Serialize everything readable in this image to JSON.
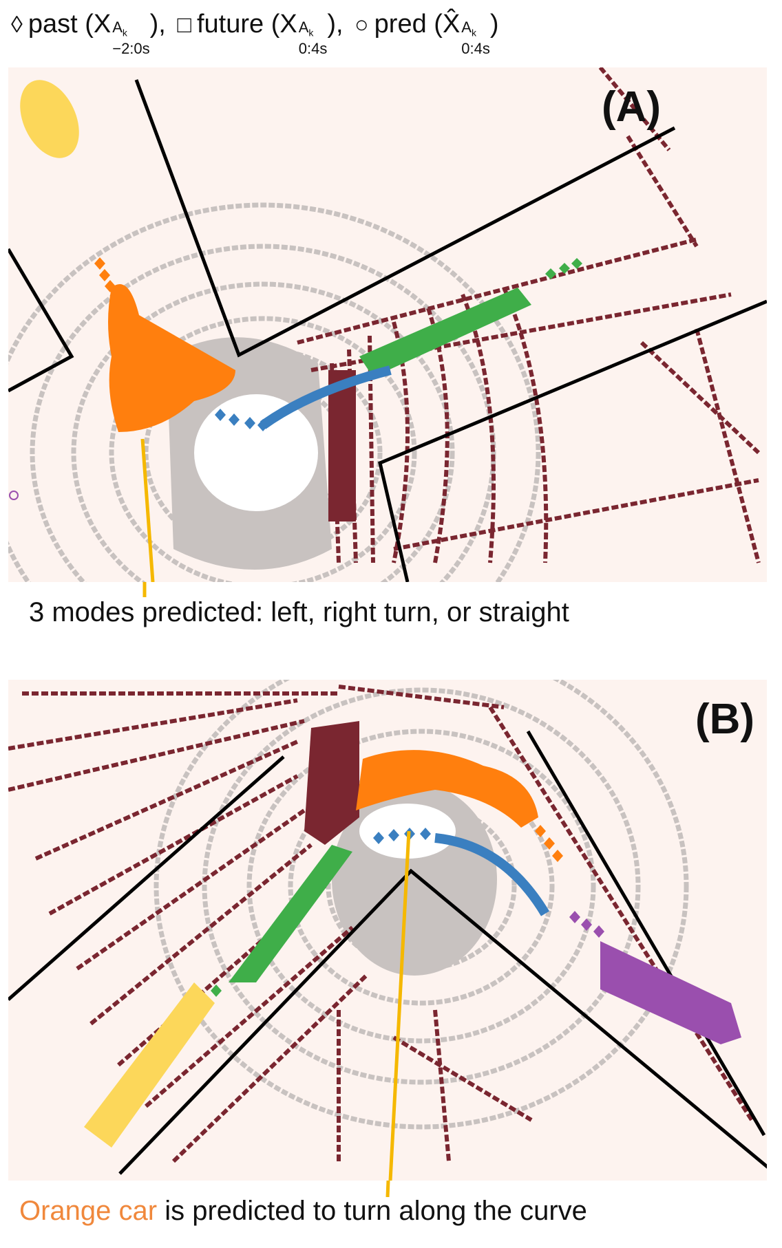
{
  "legend": {
    "past": {
      "marker": "◊",
      "word": "past",
      "symbol": "X",
      "sup": "A",
      "sup_sub": "k",
      "sub": "−2:0s",
      "separator": "),"
    },
    "future": {
      "marker": "□",
      "word": "future",
      "symbol": "X",
      "sup": "A",
      "sup_sub": "k",
      "sub": "0:4s",
      "separator": "),"
    },
    "pred": {
      "marker": "○",
      "word": "pred",
      "symbol": "X̂",
      "sup": "A",
      "sup_sub": "k",
      "sub": "0:4s",
      "separator": ")"
    }
  },
  "panels": [
    {
      "label": "(A)",
      "caption": "3 modes predicted: left, right turn, or straight"
    },
    {
      "label": "(B)",
      "caption_highlight": "Orange car",
      "caption_rest": " is predicted to turn along the curve"
    }
  ],
  "colors": {
    "background": "#fdf3ef",
    "lidar_dark": "#7a2630",
    "lidar_gray": "#c8c2c0",
    "lane_line": "#000000",
    "agent_orange": "#ff7f0e",
    "agent_green": "#3fae49",
    "agent_blue": "#3a7fc0",
    "agent_yellow": "#fcd75a",
    "agent_purple": "#9a4fae",
    "pointer_line": "#f5b800",
    "caption_highlight": "#f0883c"
  }
}
